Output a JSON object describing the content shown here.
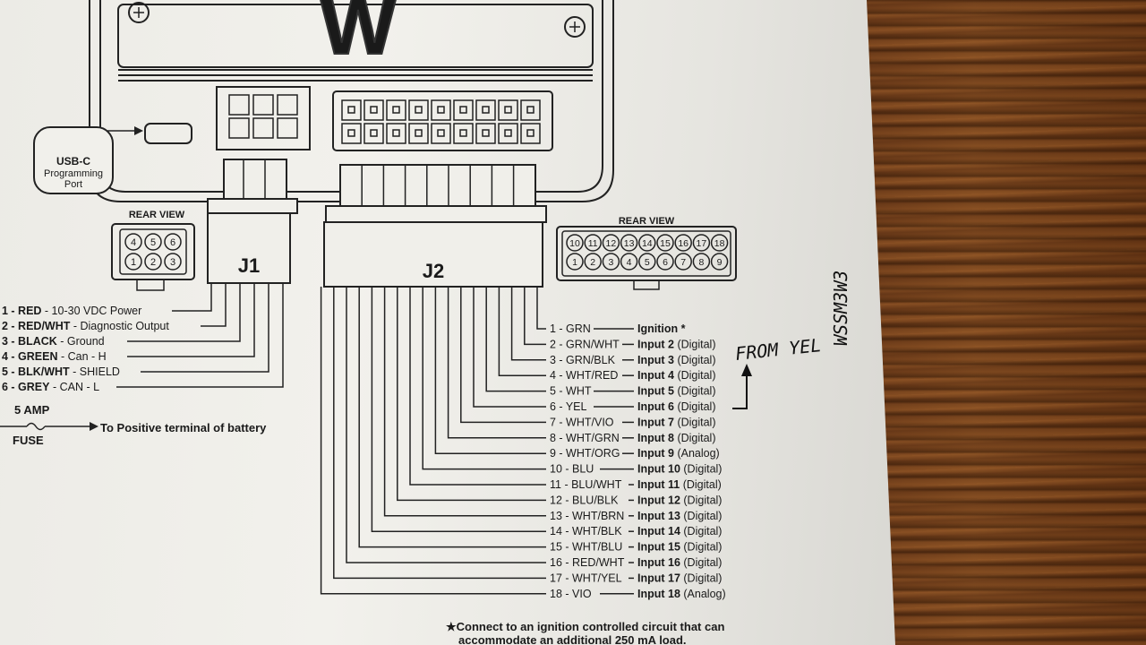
{
  "logo": {
    "letter": "W"
  },
  "usb": {
    "line1": "USB-C",
    "line2": "Programming",
    "line3": "Port"
  },
  "j1": {
    "label": "J1",
    "rear_view": "REAR VIEW",
    "pins_top": [
      "4",
      "5",
      "6"
    ],
    "pins_bottom": [
      "1",
      "2",
      "3"
    ]
  },
  "j2": {
    "label": "J2",
    "rear_view": "REAR VIEW",
    "pins_top": [
      "10",
      "11",
      "12",
      "13",
      "14",
      "15",
      "16",
      "17",
      "18"
    ],
    "pins_bottom": [
      "1",
      "2",
      "3",
      "4",
      "5",
      "6",
      "7",
      "8",
      "9"
    ]
  },
  "j1_wires": [
    {
      "num": "1",
      "color": "RED",
      "desc": "10-30 VDC Power"
    },
    {
      "num": "2",
      "color": "RED/WHT",
      "desc": "Diagnostic Output"
    },
    {
      "num": "3",
      "color": "BLACK",
      "desc": "Ground"
    },
    {
      "num": "4",
      "color": "GREEN",
      "desc": "Can - H"
    },
    {
      "num": "5",
      "color": "BLK/WHT",
      "desc": "SHIELD"
    },
    {
      "num": "6",
      "color": "GREY",
      "desc": "CAN - L"
    }
  ],
  "fuse": {
    "amp": "5 AMP",
    "label": "FUSE",
    "note": "To Positive terminal of battery"
  },
  "j2_wires": [
    {
      "num": "1",
      "color": "GRN",
      "func": "Ignition",
      "type": "",
      "mark": "*"
    },
    {
      "num": "2",
      "color": "GRN/WHT",
      "func": "Input 2",
      "type": "(Digital)"
    },
    {
      "num": "3",
      "color": "GRN/BLK",
      "func": "Input 3",
      "type": "(Digital)"
    },
    {
      "num": "4",
      "color": "WHT/RED",
      "func": "Input 4",
      "type": "(Digital)"
    },
    {
      "num": "5",
      "color": "WHT",
      "func": "Input 5",
      "type": "(Digital)"
    },
    {
      "num": "6",
      "color": "YEL",
      "func": "Input 6",
      "type": "(Digital)"
    },
    {
      "num": "7",
      "color": "WHT/VIO",
      "func": "Input 7",
      "type": "(Digital)"
    },
    {
      "num": "8",
      "color": "WHT/GRN",
      "func": "Input 8",
      "type": "(Digital)"
    },
    {
      "num": "9",
      "color": "WHT/ORG",
      "func": "Input 9",
      "type": "(Analog)"
    },
    {
      "num": "10",
      "color": "BLU",
      "func": "Input 10",
      "type": "(Digital)"
    },
    {
      "num": "11",
      "color": "BLU/WHT",
      "func": "Input 11",
      "type": "(Digital)"
    },
    {
      "num": "12",
      "color": "BLU/BLK",
      "func": "Input 12",
      "type": "(Digital)"
    },
    {
      "num": "13",
      "color": "WHT/BRN",
      "func": "Input 13",
      "type": "(Digital)"
    },
    {
      "num": "14",
      "color": "WHT/BLK",
      "func": "Input 14",
      "type": "(Digital)"
    },
    {
      "num": "15",
      "color": "WHT/BLU",
      "func": "Input 15",
      "type": "(Digital)"
    },
    {
      "num": "16",
      "color": "RED/WHT",
      "func": "Input 16",
      "type": "(Digital)"
    },
    {
      "num": "17",
      "color": "WHT/YEL",
      "func": "Input 17",
      "type": "(Digital)"
    },
    {
      "num": "18",
      "color": "VIO",
      "func": "Input 18",
      "type": "(Analog)"
    }
  ],
  "footnote": {
    "line1": "★Connect to an ignition controlled circuit that can",
    "line2": "accommodate an additional 250 mA load."
  },
  "handwriting": {
    "from": "FROM YEL",
    "side": "WSSM3W3"
  }
}
